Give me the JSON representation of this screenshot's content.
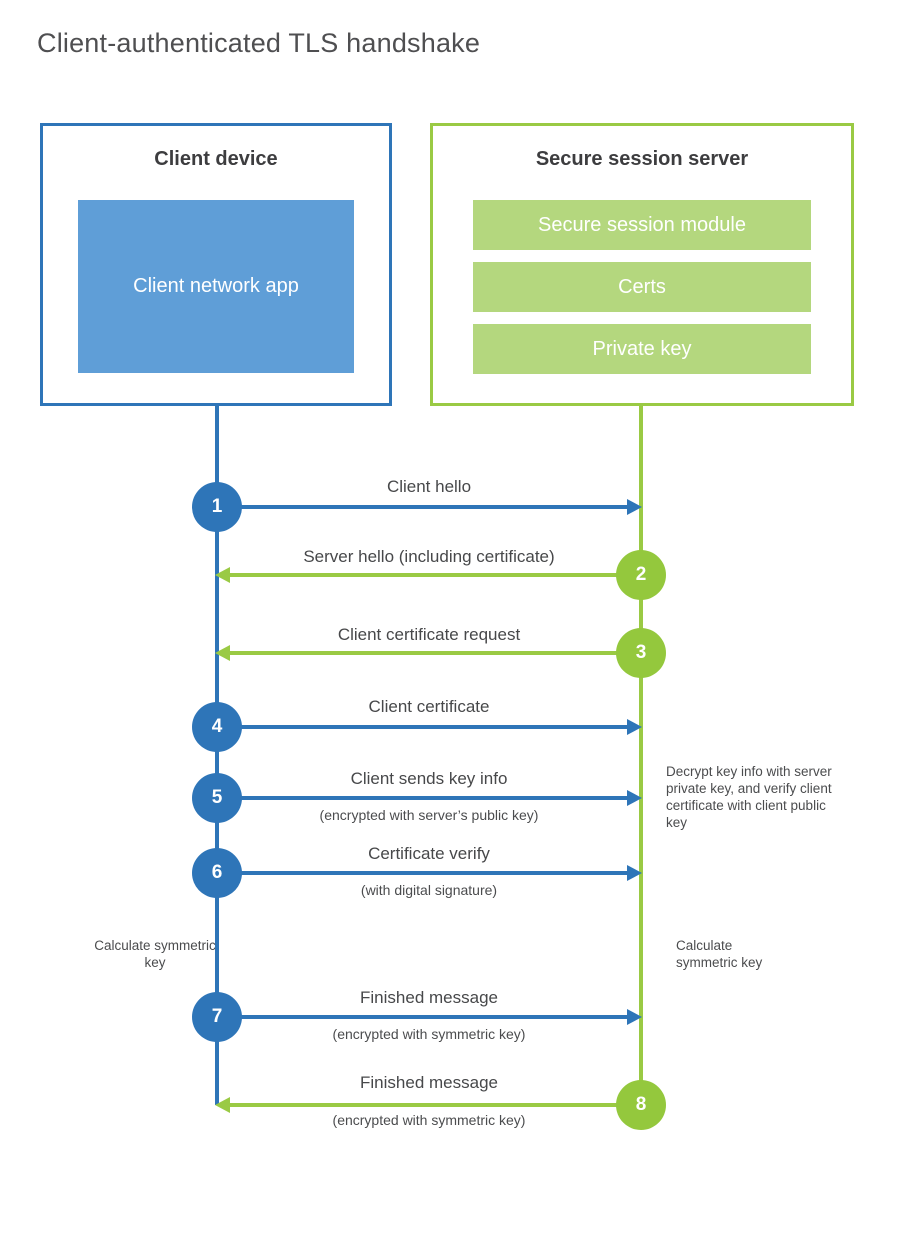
{
  "title": "Client-authenticated TLS handshake",
  "colors": {
    "blue": "#2e75b8",
    "blue_fill": "#5f9ed7",
    "green": "#9aca44",
    "green_fill": "#b4d77e",
    "text": "#47484a"
  },
  "client": {
    "title": "Client device",
    "module": "Client network app"
  },
  "server": {
    "title": "Secure session server",
    "modules": [
      "Secure session module",
      "Certs",
      "Private key"
    ]
  },
  "messages": [
    {
      "step": "1",
      "label": "Client hello",
      "sub": "",
      "direction": "right",
      "color": "blue"
    },
    {
      "step": "2",
      "label": "Server hello (including certificate)",
      "sub": "",
      "direction": "left",
      "color": "green"
    },
    {
      "step": "3",
      "label": "Client certificate request",
      "sub": "",
      "direction": "left",
      "color": "green"
    },
    {
      "step": "4",
      "label": "Client certificate",
      "sub": "",
      "direction": "right",
      "color": "blue"
    },
    {
      "step": "5",
      "label": "Client sends key info",
      "sub": "(encrypted with server’s public key)",
      "direction": "right",
      "color": "blue"
    },
    {
      "step": "6",
      "label": "Certificate verify",
      "sub": "(with digital signature)",
      "direction": "right",
      "color": "blue"
    },
    {
      "step": "7",
      "label": "Finished message",
      "sub": "(encrypted with symmetric key)",
      "direction": "right",
      "color": "blue"
    },
    {
      "step": "8",
      "label": "Finished message",
      "sub": "(encrypted with symmetric key)",
      "direction": "left",
      "color": "green"
    }
  ],
  "notes": {
    "decrypt": "Decrypt key info with server private key, and verify client certificate with client public key",
    "calc_client": "Calculate symmetric key",
    "calc_server": "Calculate symmetric key"
  }
}
